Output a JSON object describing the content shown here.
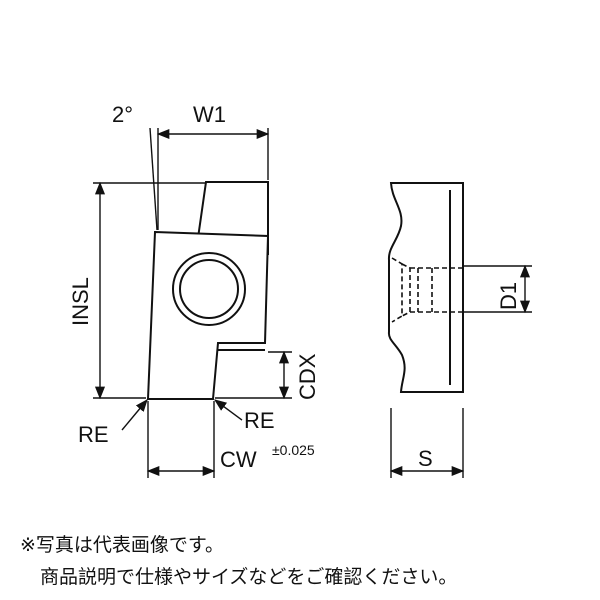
{
  "labels": {
    "angle": "2°",
    "w1": "W1",
    "insl": "INSL",
    "re_left": "RE",
    "re_right": "RE",
    "cdx": "CDX",
    "cw": "CW",
    "cw_tol": "±0.025",
    "d1": "D1",
    "s": "S"
  },
  "notes": {
    "line1": "※写真は代表画像です。",
    "line2": "商品説明で仕様やサイズなどをご確認ください。"
  }
}
